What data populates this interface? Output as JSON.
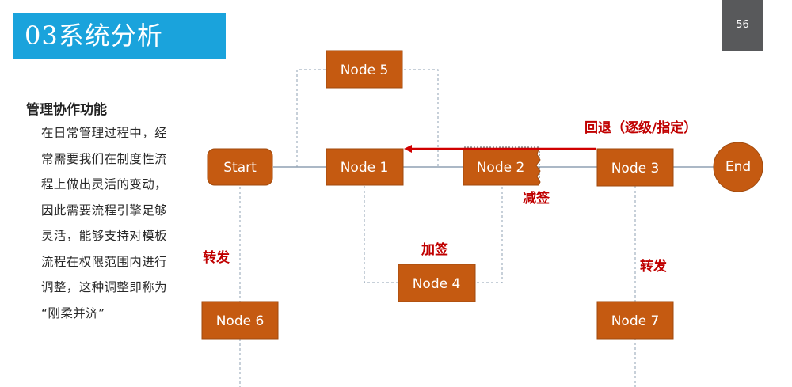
{
  "slide": {
    "title": "03系统分析",
    "page_number": "56"
  },
  "sidebar": {
    "heading": "管理协作功能",
    "lines": [
      "在日常管理过程中，经",
      "常需要我们在制度性流",
      "程上做出灵活的变动，",
      "因此需要流程引擎足够",
      "灵活，能够支持对模板",
      "流程在权限范围内进行",
      "调整，这种调整即称为",
      "“刚柔并济”"
    ]
  },
  "diagram": {
    "nodes": {
      "start": "Start",
      "node1": "Node 1",
      "node2": "Node 2",
      "node3": "Node 3",
      "node4": "Node 4",
      "node5": "Node 5",
      "node6": "Node 6",
      "node7": "Node 7",
      "end": "End"
    },
    "labels": {
      "rollback": "回退（逐级/指定）",
      "remove_sign": "减签",
      "add_sign": "加签",
      "forward_left": "转发",
      "forward_right": "转发"
    },
    "colors": {
      "node_fill": "#c55a11",
      "node_stroke": "#a04a0e",
      "connector": "#8fa0b3",
      "arrow": "#d00000",
      "label": "#c00000"
    }
  }
}
